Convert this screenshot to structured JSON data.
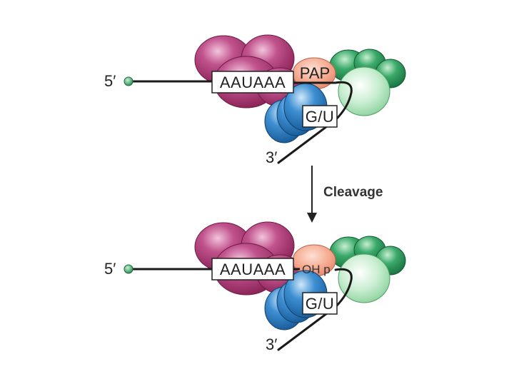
{
  "diagram": {
    "top_complex": {
      "five_prime": "5′",
      "three_prime": "3′",
      "signal_box": "AAUAAA",
      "enzyme_label": "PAP",
      "gu_box": "G/U"
    },
    "arrow": {
      "label": "Cleavage"
    },
    "bottom_complex": {
      "five_prime": "5′",
      "three_prime": "3′",
      "signal_box": "AAUAAA",
      "cleavage_label": "OH p",
      "gu_box": "G/U"
    },
    "colors": {
      "magenta": "#a3336e",
      "magenta_light": "#d577a8",
      "pap_salmon": "#f4a78e",
      "green": "#2f9a5e",
      "green_light": "#b9e7c3",
      "blue": "#2f7fc6",
      "blue_light": "#7fbce8",
      "rna": "#1a1a1a",
      "cap": "#3aa66a"
    }
  }
}
